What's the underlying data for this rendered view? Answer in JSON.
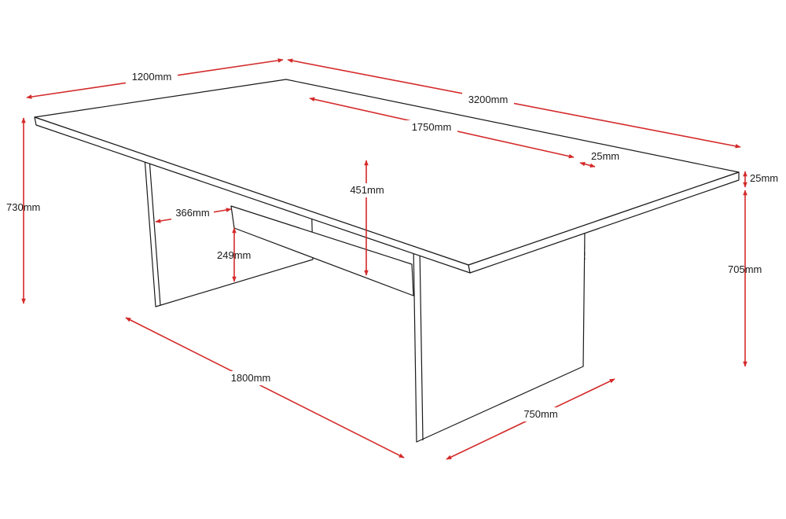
{
  "colors": {
    "dimension": "#d42a2a",
    "outline": "#1a1a1a",
    "background": "#ffffff"
  },
  "dimensions": {
    "top_width": "1200mm",
    "top_length": "3200mm",
    "inner_length": "1750mm",
    "panel_thickness": "25mm",
    "top_thickness": "25mm",
    "total_height": "730mm",
    "leg_height": "705mm",
    "inner_height": "451mm",
    "leg_inset": "366mm",
    "rail_gap": "249mm",
    "base_length": "1800mm",
    "leg_depth": "750mm"
  }
}
